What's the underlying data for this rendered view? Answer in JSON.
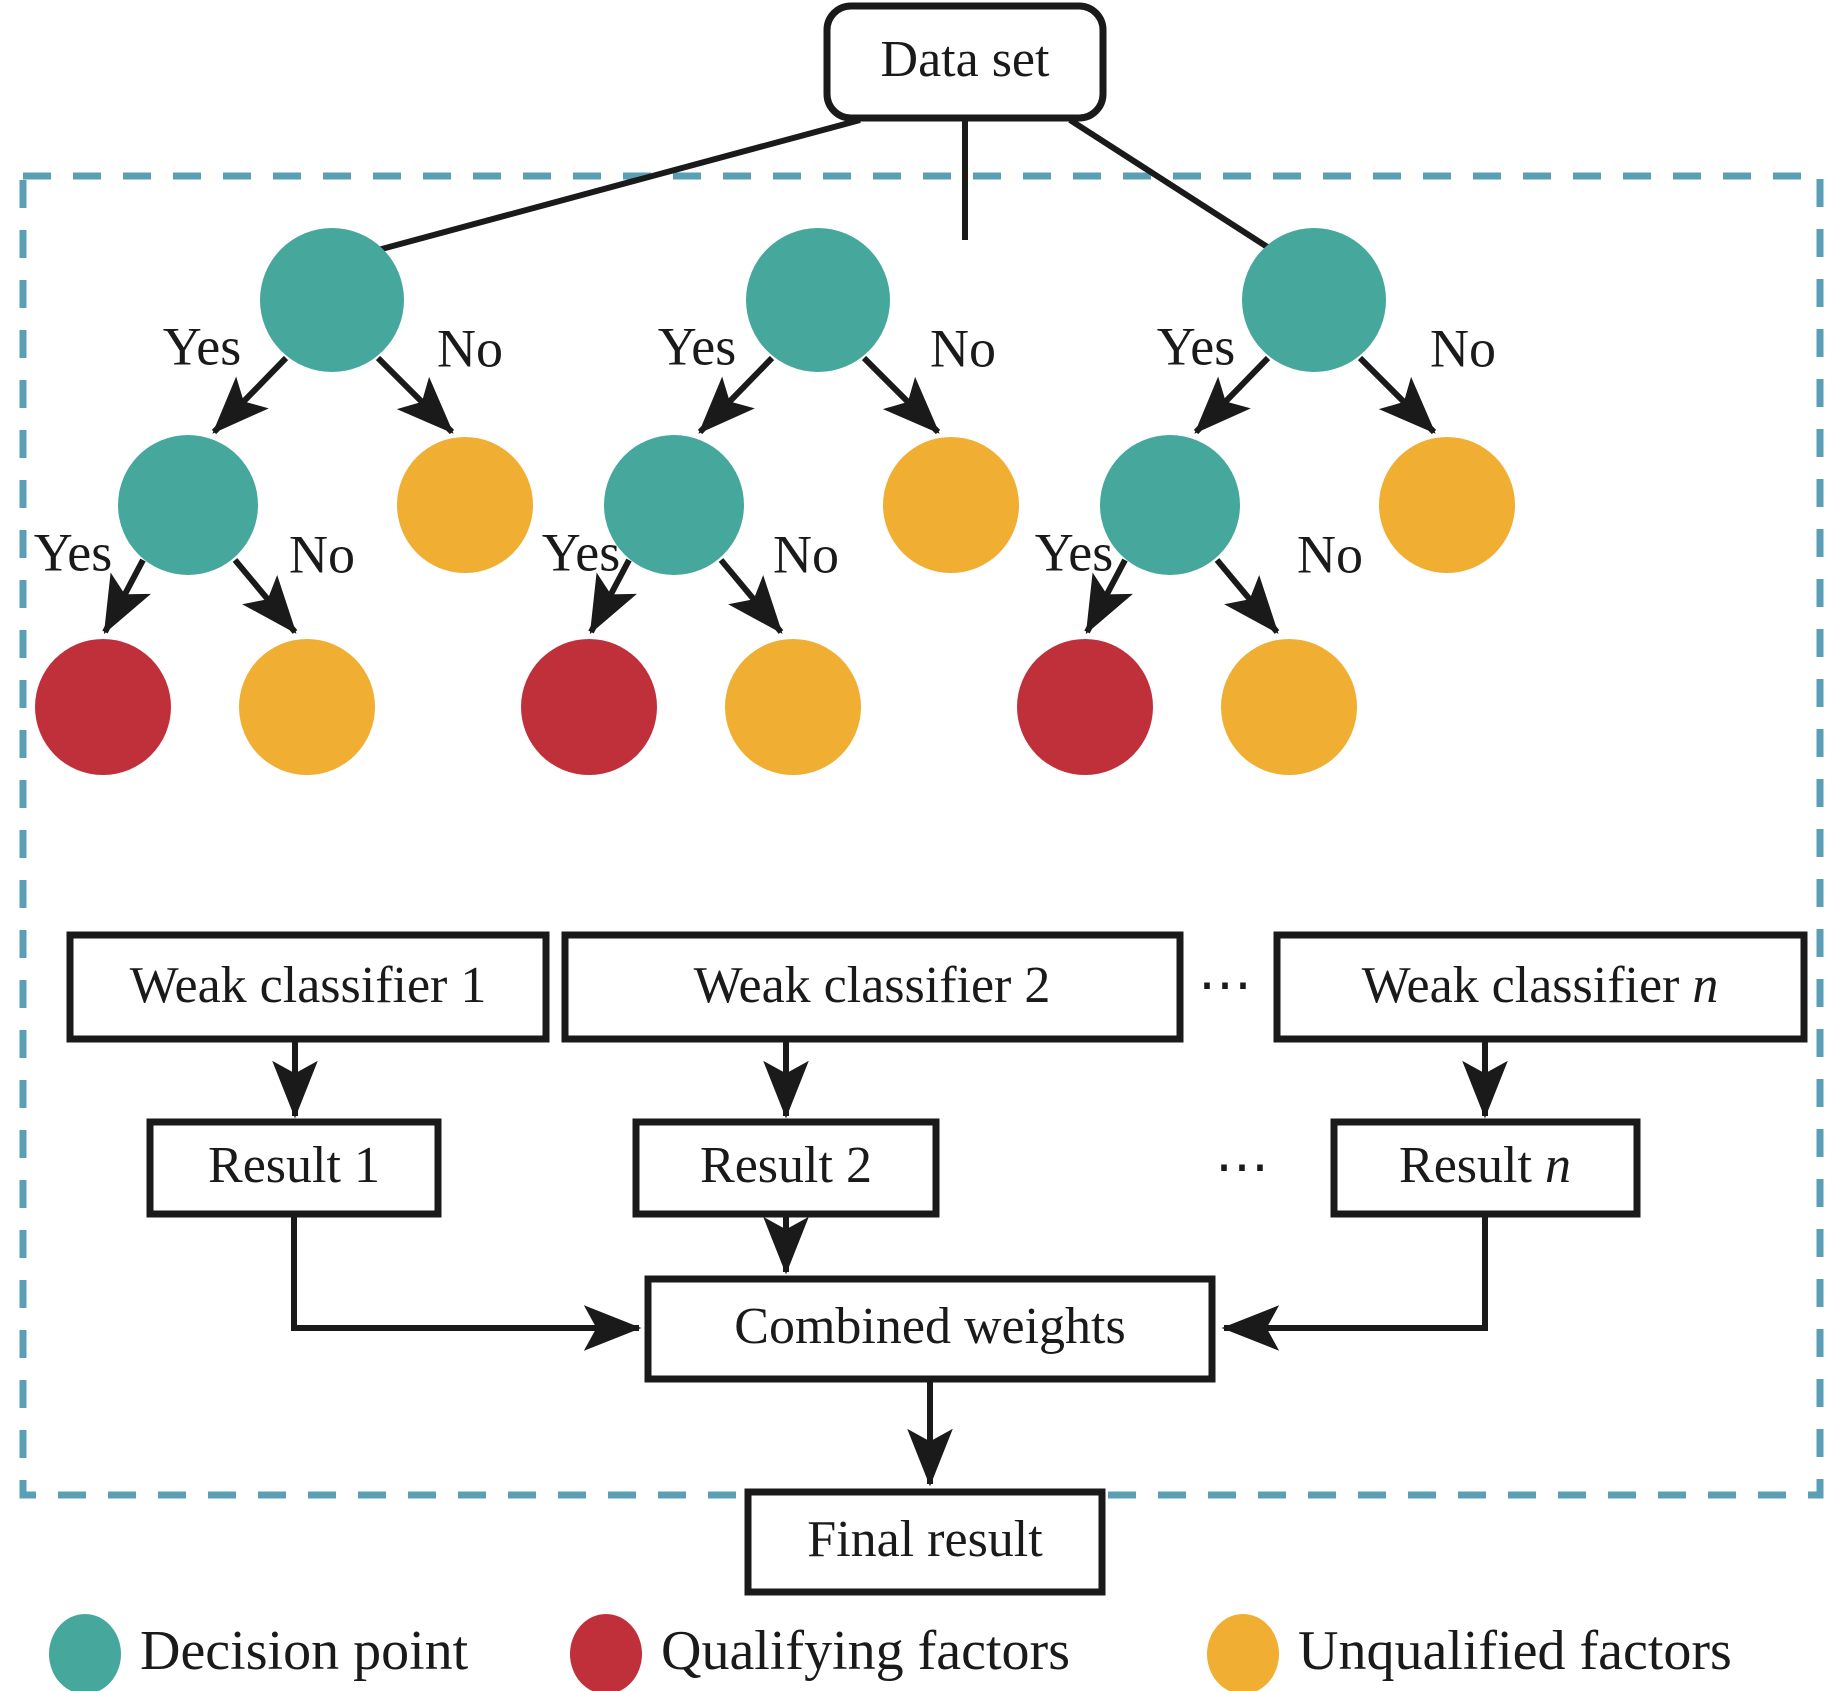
{
  "diagram": {
    "title_node": {
      "label": "Data set"
    },
    "container": {
      "border_color": "#5a9fb5",
      "style": "dashed"
    },
    "colors": {
      "decision": "#46a79c",
      "qualifying": "#c0303a",
      "unqualified": "#f0ae32",
      "line": "#1a1a1a",
      "dashed_border": "#5a9fb5",
      "box_fill": "#ffffff"
    },
    "edge_labels": {
      "yes": "Yes",
      "no": "No"
    },
    "ellipsis": "⋯",
    "subtrees": [
      {
        "index": 1,
        "root": {
          "type": "decision"
        },
        "children": [
          {
            "type": "decision",
            "edge": "Yes"
          },
          {
            "type": "unqualified",
            "edge": "No"
          }
        ],
        "grandchildren": [
          {
            "type": "qualifying",
            "edge": "Yes"
          },
          {
            "type": "unqualified",
            "edge": "No"
          }
        ],
        "classifier_label": "Weak classifier 1",
        "classifier_plain": "Weak classifier ",
        "classifier_suffix": "1",
        "result_plain": "Result ",
        "result_suffix": "1",
        "result_label": "Result 1"
      },
      {
        "index": 2,
        "root": {
          "type": "decision"
        },
        "children": [
          {
            "type": "decision",
            "edge": "Yes"
          },
          {
            "type": "unqualified",
            "edge": "No"
          }
        ],
        "grandchildren": [
          {
            "type": "qualifying",
            "edge": "Yes"
          },
          {
            "type": "unqualified",
            "edge": "No"
          }
        ],
        "classifier_label": "Weak classifier 2",
        "classifier_plain": "Weak classifier ",
        "classifier_suffix": "2",
        "result_plain": "Result ",
        "result_suffix": "2",
        "result_label": "Result 2"
      },
      {
        "index": 3,
        "root": {
          "type": "decision"
        },
        "children": [
          {
            "type": "decision",
            "edge": "Yes"
          },
          {
            "type": "unqualified",
            "edge": "No"
          }
        ],
        "grandchildren": [
          {
            "type": "qualifying",
            "edge": "Yes"
          },
          {
            "type": "unqualified",
            "edge": "No"
          }
        ],
        "classifier_label": "Weak classifier n",
        "classifier_plain": "Weak classifier ",
        "classifier_suffix": "n",
        "result_plain": "Result ",
        "result_suffix": "n",
        "result_label": "Result n"
      }
    ],
    "combined_node": {
      "label": "Combined weights"
    },
    "final_node": {
      "label": "Final result"
    },
    "legend": {
      "items": [
        {
          "label": "Decision point",
          "color": "#46a79c",
          "key": "decision"
        },
        {
          "label": "Qualifying factors",
          "color": "#c0303a",
          "key": "qualifying"
        },
        {
          "label": "Unqualified factors",
          "color": "#f0ae32",
          "key": "unqualified"
        }
      ]
    }
  }
}
